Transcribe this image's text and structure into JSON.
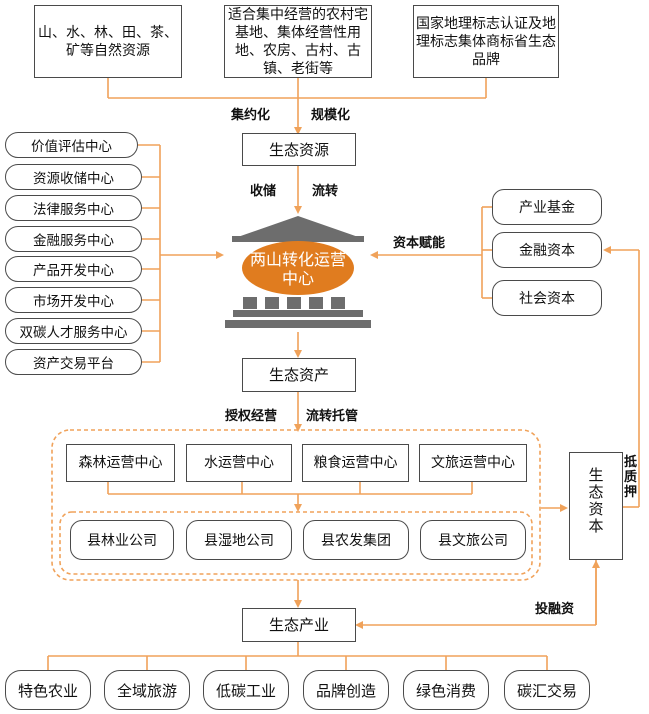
{
  "top_sources": [
    "山、水、林、田、茶、矿等自然资源",
    "适合集中经营的农村宅基地、集体经营性用地、农房、古村、古镇、老街等",
    "国家地理标志认证及地理标志集体商标省生态品牌"
  ],
  "labels": {
    "jiyuehua": "集约化",
    "guimohua": "规模化",
    "shouchu": "收储",
    "liuzhuan": "流转",
    "ziben_funeng": "资本赋能",
    "shouquan_jingying": "授权经营",
    "liuzhuan_tuoguan": "流转托管",
    "dizhiya": "抵质押",
    "tourongzi": "投融资"
  },
  "ecological_resources": "生态资源",
  "center_title": "两山转化运营中心",
  "ecological_assets": "生态资产",
  "ecological_industry": "生态产业",
  "ecological_capital": "生态资本",
  "left_services": [
    "价值评估中心",
    "资源收储中心",
    "法律服务中心",
    "金融服务中心",
    "产品开发中心",
    "市场开发中心",
    "双碳人才服务中心",
    "资产交易平台"
  ],
  "right_capitals": [
    "产业基金",
    "金融资本",
    "社会资本"
  ],
  "operation_centers": [
    "森林运营中心",
    "水运营中心",
    "粮食运营中心",
    "文旅运营中心"
  ],
  "companies": [
    "县林业公司",
    "县湿地公司",
    "县农发集团",
    "县文旅公司"
  ],
  "industries": [
    "特色农业",
    "全域旅游",
    "低碳工业",
    "品牌创造",
    "绿色消费",
    "碳汇交易"
  ],
  "colors": {
    "line": "#f0a25a",
    "accent": "#e07c1f",
    "border": "#4a4a4a",
    "bank": "#6d6d6d"
  }
}
